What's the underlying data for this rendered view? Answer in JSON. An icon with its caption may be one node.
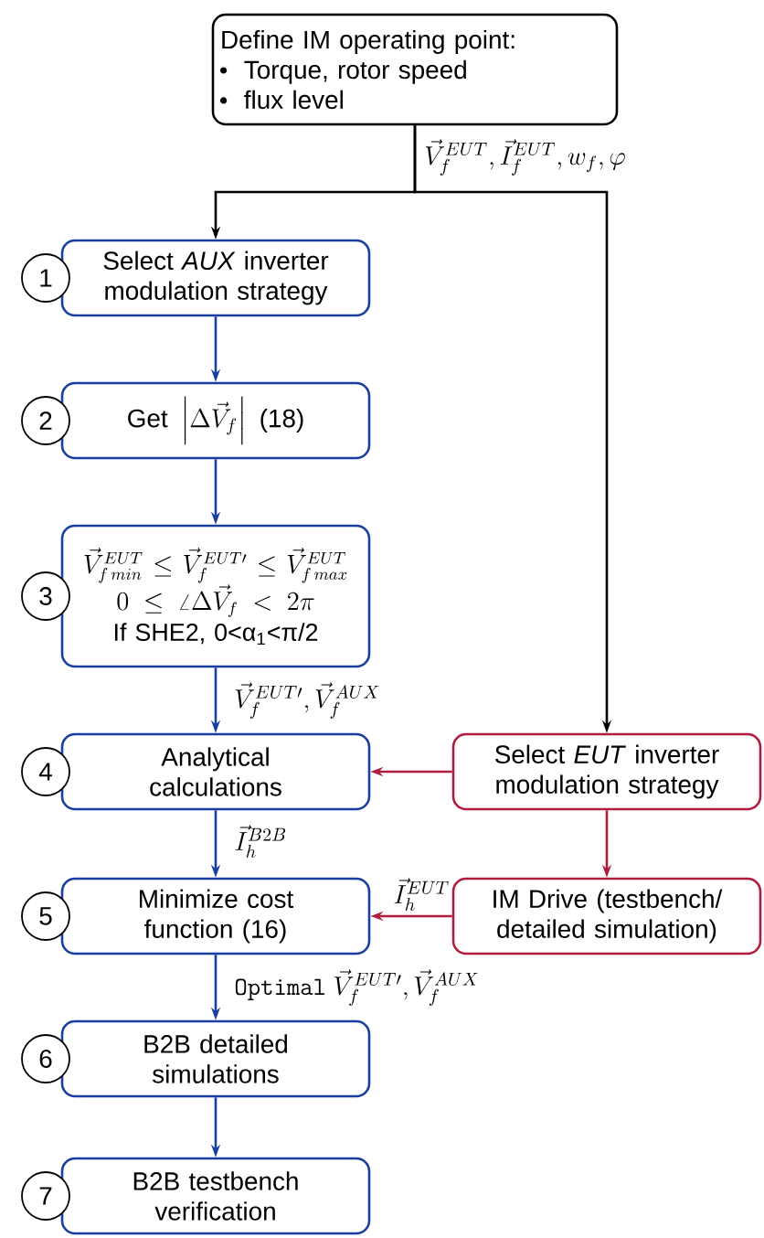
{
  "diagram": {
    "nodes": [
      {
        "text": [
          "Define IM operating point:",
          "Torque, rotor speed",
          "flux level"
        ]
      },
      {
        "text": [
          "Select *AUX* inverter modulation strategy"
        ],
        "beside": [
          "1"
        ]
      },
      {
        "text": [
          "\\mbox{Get }\\left|\\Delta\\vec{V}_f\\right|\\mbox{ (18)}"
        ],
        "beside": [
          "2"
        ]
      },
      {
        "text": [
          "\\vec{V}_{f\\,min}^{EUT}\\leq\\vec{V}_f^{EUT\\prime}\\leq\\vec{V}_{f\\,max}^{EUT}",
          "0\\leq\\angle\\Delta\\vec{V}_f<2\\pi",
          "If SHE2, 0<α$_{1}$<π/2"
        ],
        "beside": [
          "3"
        ]
      },
      {
        "text": [
          "Analytical calculations"
        ],
        "beside": [
          "4"
        ]
      },
      {
        "text": [
          "Minimize cost function (16)"
        ],
        "beside": [
          "5"
        ]
      },
      {
        "text": [
          "B2B detailed simulations"
        ],
        "beside": [
          "6"
        ]
      },
      {
        "text": [
          "B2B testbench verification"
        ],
        "beside": [
          "7"
        ]
      },
      {
        "text": [
          "Select *EUT* inverter modulation strategy"
        ]
      },
      {
        "text": [
          "IM Drive (testbench/ detailed simulation)"
        ]
      }
    ],
    "edges": [
      {
        "from": 0,
        "to": 1,
        "arrow": "to",
        "color": "#000000",
        "label": "\\vec{V}_f^{EUT},\\vec{I}_f^{EUT},w_f,\\varphi"
      },
      {
        "from": 0,
        "to": 8,
        "arrow": "to",
        "color": "#000000"
      },
      {
        "from": 1,
        "to": 2,
        "arrow": "to"
      },
      {
        "from": 2,
        "to": 3,
        "arrow": "to"
      },
      {
        "from": 3,
        "to": 4,
        "arrow": "to",
        "label": "\\vec{V}_f^{EUT\\prime},\\vec{V}_f^{AUX}"
      },
      {
        "from": 4,
        "to": 5,
        "arrow": "to",
        "label": "\\vec{I}_h^{B2B}"
      },
      {
        "from": 5,
        "to": 6,
        "arrow": "to",
        "label": "\\mathtt{Optimal}\\ \\vec{V}_f^{EUT\\prime},\\vec{V}_f^{AUX}"
      },
      {
        "from": 6,
        "to": 7,
        "arrow": "to"
      },
      {
        "from": 8,
        "to": 4,
        "arrow": "to",
        "color": "#b01c3c"
      },
      {
        "from": 8,
        "to": 9,
        "arrow": "to",
        "color": "#b01c3c"
      },
      {
        "from": 9,
        "to": 5,
        "arrow": "to",
        "color": "#b01c3c",
        "label": "\\vec{I}_h^{EUT}"
      }
    ]
  }
}
